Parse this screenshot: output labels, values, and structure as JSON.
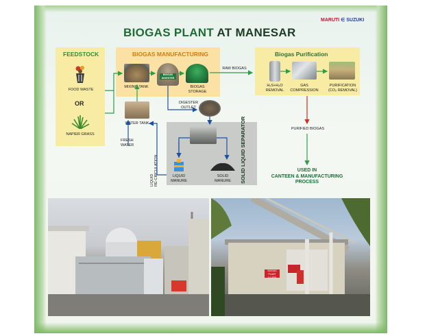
{
  "title": {
    "main": "BIOGAS PLANT",
    "at": "AT MANESAR"
  },
  "brand": {
    "maruti": "MARUTI",
    "suzuki": "SUZUKI"
  },
  "feedstock": {
    "header": "FEEDSTOCK",
    "food_waste": "FOOD WASTE",
    "or": "OR",
    "napier_grass": "NAPIER GRASS"
  },
  "manufacturing": {
    "header": "BIOGAS MANUFACTURING",
    "mixing_tank": "MIXING TANK",
    "digester_tag": "BIOGAS DIGESTER",
    "storage_line1": "BIOGAS",
    "storage_line2": "STORAGE",
    "water_tank": "WATER TANK",
    "fresh_water_line1": "FRESH",
    "fresh_water_line2": "WATER",
    "digester_outlet_line1": "DIGESTER",
    "digester_outlet_line2": "OUTLET"
  },
  "raw_biogas": "RAW BIOGAS",
  "purification": {
    "header": "Biogas Purification",
    "h2s_line1": "H₂S+H₂O",
    "h2s_line2": "REMOVAL",
    "gas_line1": "GAS",
    "gas_line2": "COMPRESSION",
    "pur_line1": "PURIFICATION",
    "pur_line2": "(CO₂ REMOVAL)"
  },
  "purified_biogas": "PURIFIED BIOGAS",
  "used_in": {
    "line1": "USED IN",
    "line2": "CANTEEN & MANUFACTURING",
    "line3": "PROCESS"
  },
  "separator": {
    "title": "SOLID LIQUID SEPARATOR",
    "liquid_line1": "LIQUID",
    "liquid_line2": "MANURE",
    "solid_line1": "SOLID",
    "solid_line2": "MANURE",
    "recirc_line1": "LIQUID",
    "recirc_line2": "RE-CIRCULATION"
  },
  "photos": {
    "right_sign_line1": "BIOGAS PLANT",
    "right_sign_line2": "0.2 TPD"
  },
  "colors": {
    "dark_green": "#1f6b35",
    "feedstock_bg": "#f8eca4",
    "manufacturing_bg": "#fbe1a3",
    "arrow_green": "#2f9d47",
    "arrow_blue": "#1d4fa0",
    "arrow_red": "#d42a2a"
  }
}
